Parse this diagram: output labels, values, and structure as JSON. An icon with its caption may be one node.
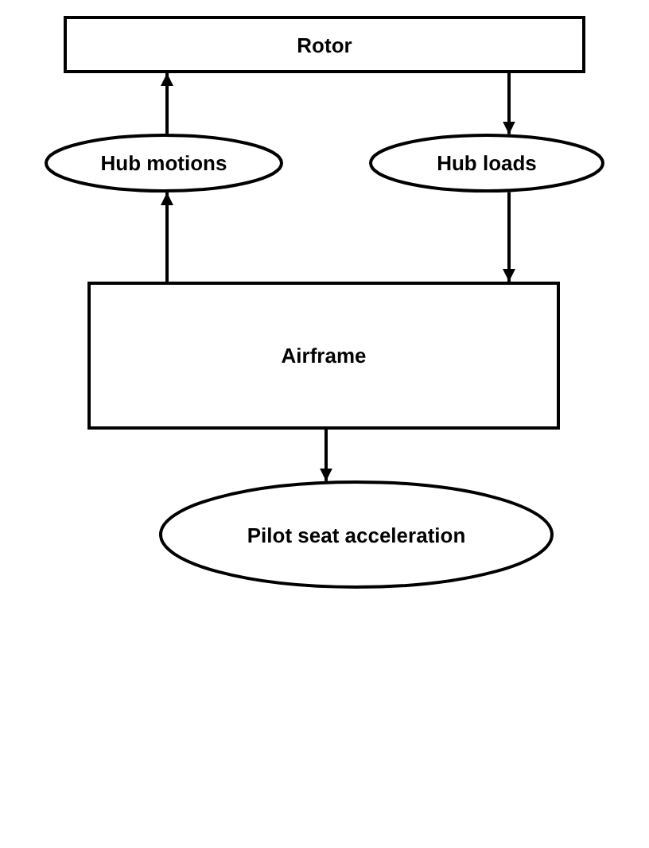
{
  "diagram": {
    "nodes": [
      {
        "text": [
          "Rotor"
        ]
      },
      {
        "text": [
          "Hub motions"
        ]
      },
      {
        "text": [
          "Hub loads"
        ]
      },
      {
        "text": [
          "Airframe"
        ]
      },
      {
        "text": [
          "Pilot seat acceleration"
        ]
      }
    ],
    "edges": [
      {
        "from": 3,
        "to": 1,
        "arrow": "to"
      },
      {
        "from": 1,
        "to": 0,
        "arrow": "to"
      },
      {
        "from": 0,
        "to": 2,
        "arrow": "to"
      },
      {
        "from": 2,
        "to": 3,
        "arrow": "to"
      },
      {
        "from": 3,
        "to": 4,
        "arrow": "to"
      }
    ]
  }
}
